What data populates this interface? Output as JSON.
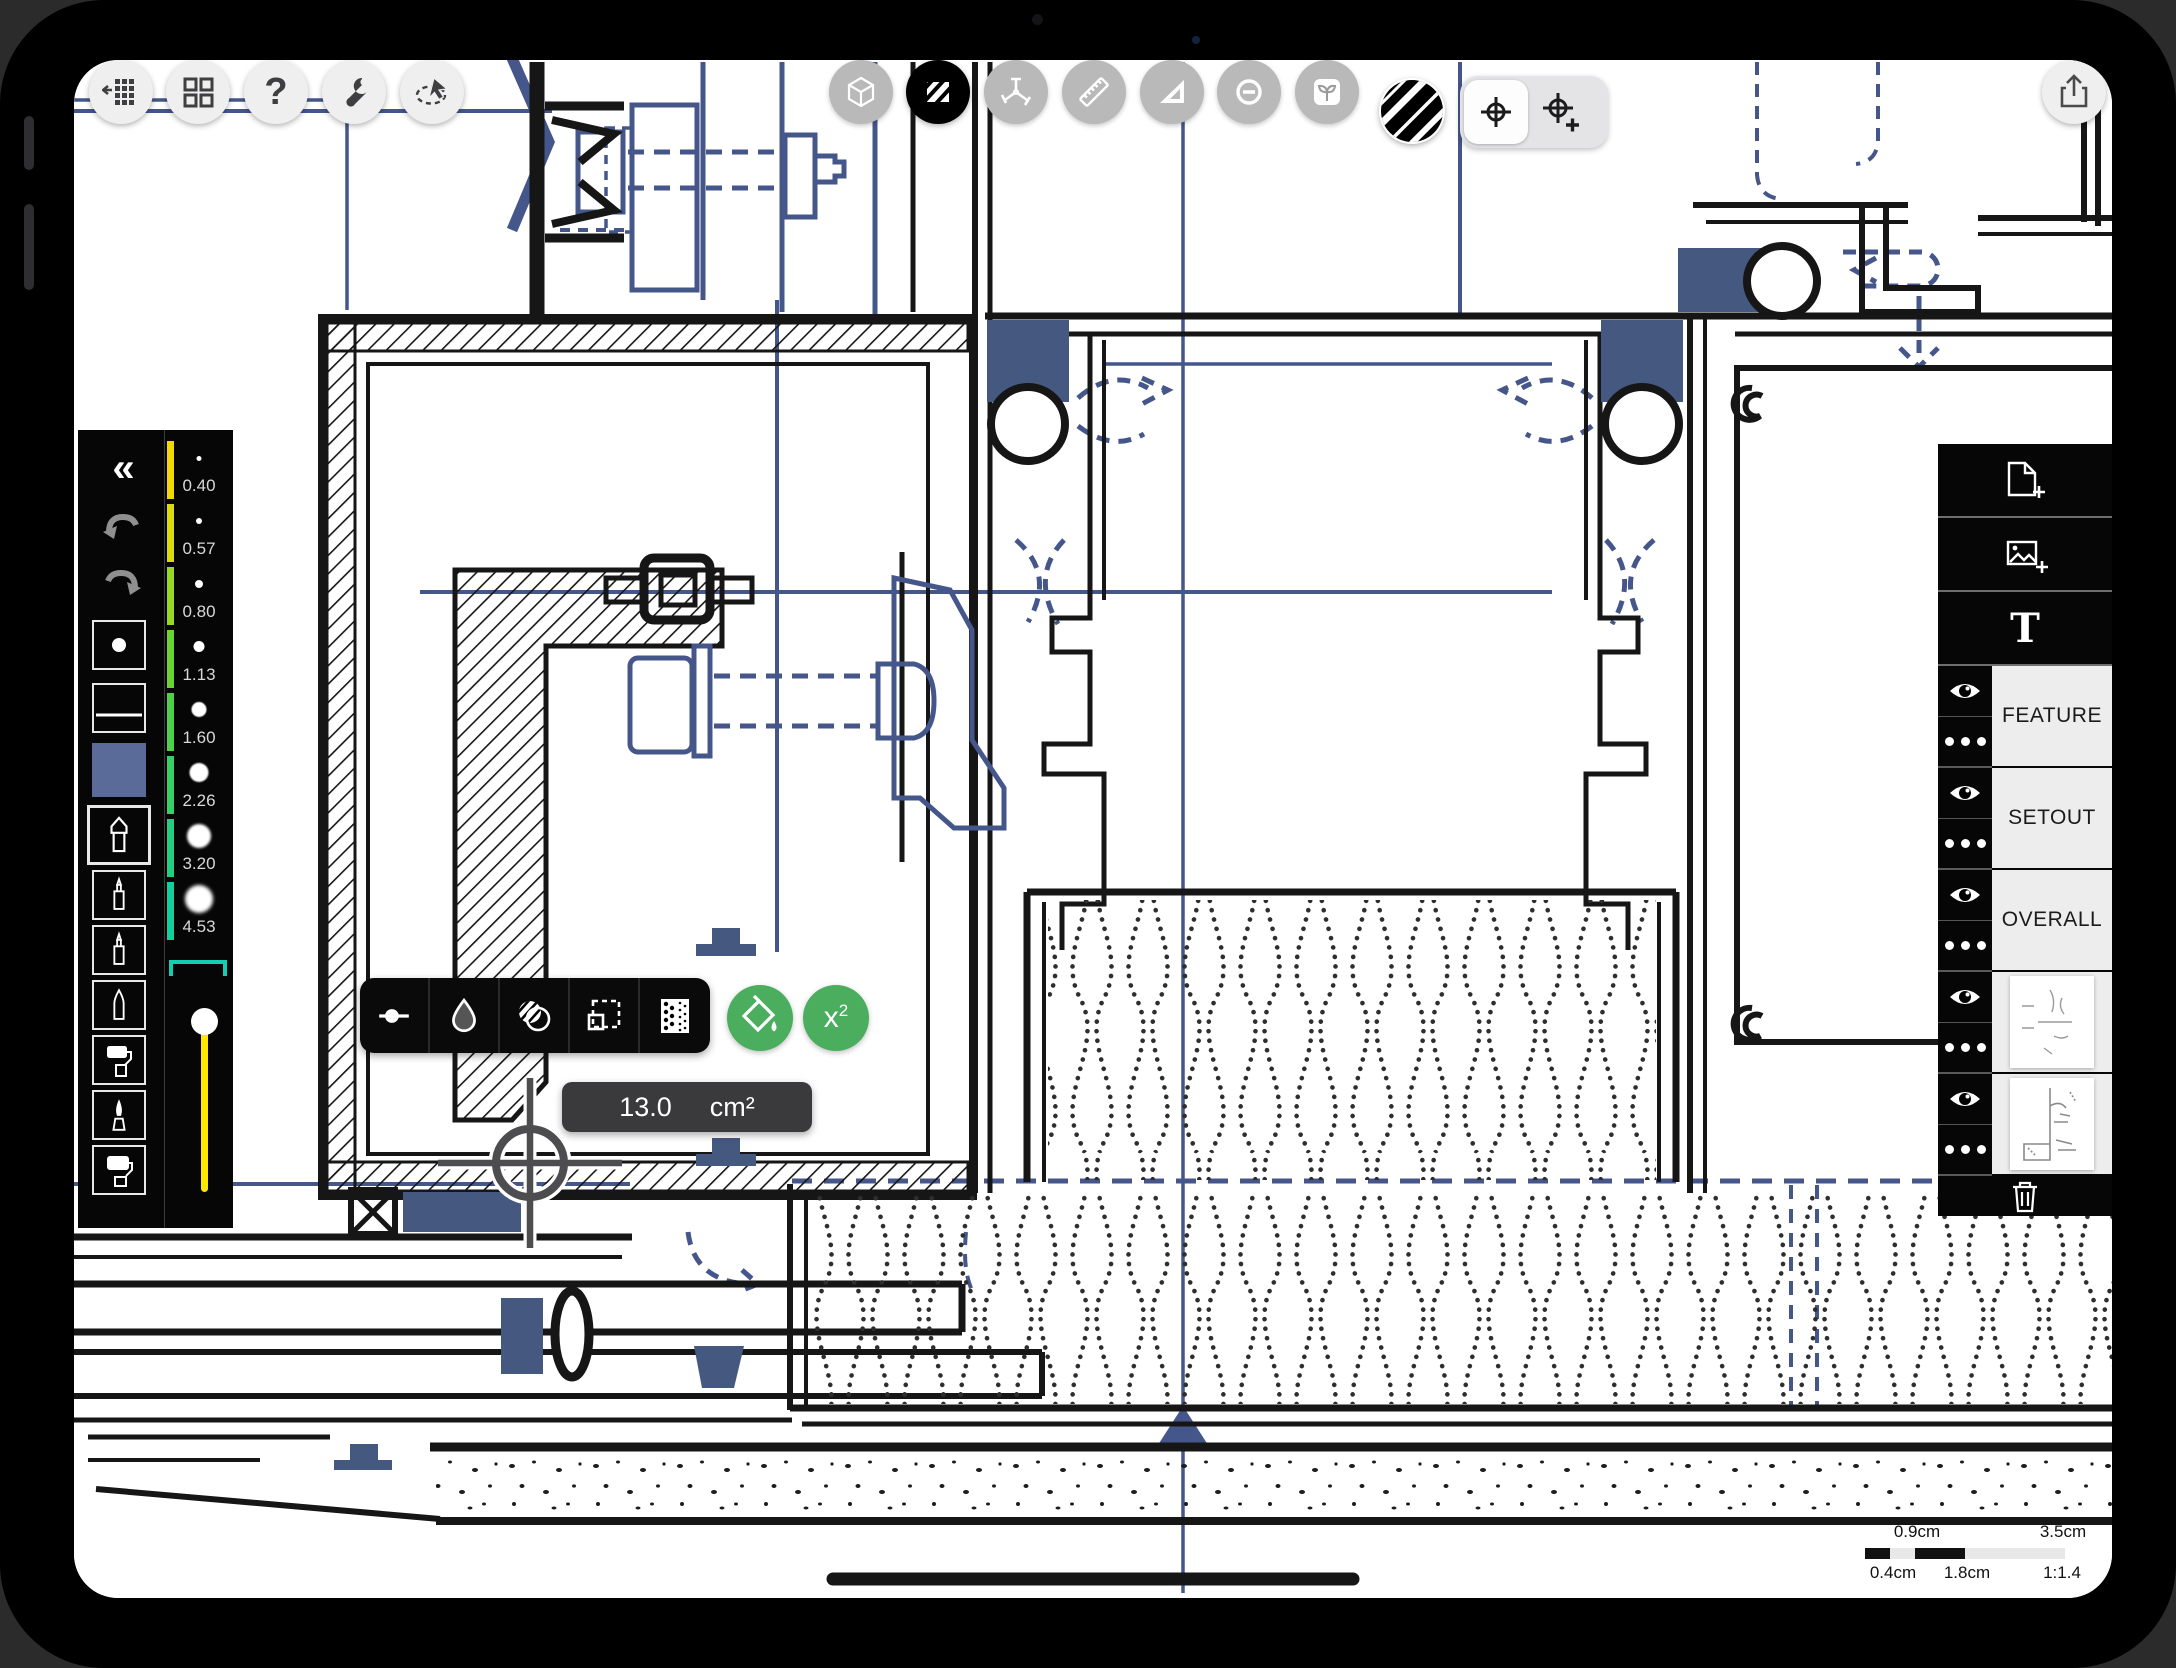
{
  "header": {
    "left_buttons": [
      {
        "icon": "gallery-grid-back-icon"
      },
      {
        "icon": "projects-grid-icon"
      },
      {
        "icon": "help-icon",
        "glyph": "?"
      },
      {
        "icon": "settings-wrench-icon"
      },
      {
        "icon": "select-lasso-icon"
      }
    ],
    "center_buttons": [
      {
        "icon": "cube-3d-icon",
        "state": "disabled"
      },
      {
        "icon": "hatch-fill-icon",
        "state": "active"
      },
      {
        "icon": "rotate-fan-icon",
        "state": "disabled"
      },
      {
        "icon": "ruler-icon",
        "state": "disabled"
      },
      {
        "icon": "set-square-icon",
        "state": "disabled"
      },
      {
        "icon": "subtract-circle-icon",
        "state": "disabled"
      },
      {
        "icon": "tree-stamp-icon",
        "state": "disabled"
      }
    ],
    "pattern_swatch": "diagonal-hatch-swatch",
    "snap_toggle": {
      "options": [
        "crosshair",
        "crosshair-add"
      ],
      "selected_index": 0
    },
    "share_icon": "share-icon"
  },
  "left_toolbar": {
    "collapse_glyph": "«",
    "stroke_sizes": [
      {
        "label": "0.40",
        "level_color": "#f2da00"
      },
      {
        "label": "0.57",
        "level_color": "#dcdc0c"
      },
      {
        "label": "0.80",
        "level_color": "#96d822"
      },
      {
        "label": "1.13",
        "level_color": "#6ad430"
      },
      {
        "label": "1.60",
        "level_color": "#4ed14a"
      },
      {
        "label": "2.26",
        "level_color": "#38cf66"
      },
      {
        "label": "3.20",
        "level_color": "#24cd84"
      },
      {
        "label": "4.53",
        "level_color": "#12cf9e"
      }
    ],
    "tools": [
      "dot-tip",
      "chisel-tip",
      "color-swatch",
      "marker-pen",
      "fineliner-pen",
      "technical-pen",
      "round-pen",
      "paint-roller",
      "ink-brush",
      "wide-roller"
    ],
    "selected_tool": "marker-pen",
    "swatch_color": "#5b6b99",
    "slider_color": "#ffe600",
    "selection_bracket_color": "#12cfb4"
  },
  "context_toolbar": {
    "buttons": [
      "stroke-node",
      "water-drop",
      "blend-circles",
      "marquee-scale",
      "halftone"
    ],
    "actions": [
      {
        "icon": "fill-bucket-icon",
        "color": "#4bae5f"
      },
      {
        "icon": "area-measure-icon",
        "label": "x",
        "sup": "2",
        "color": "#4bae5f"
      }
    ]
  },
  "measurement": {
    "value": "13.0",
    "unit": "cm²"
  },
  "layers_panel": {
    "add_buttons": [
      "add-page",
      "add-image",
      "add-text"
    ],
    "text_tool_glyph": "T",
    "layers": [
      {
        "label": "FEATURE",
        "visible": true
      },
      {
        "label": "SETOUT",
        "visible": true
      },
      {
        "label": "OVERALL",
        "visible": true
      },
      {
        "label": "",
        "thumbnail": true,
        "visible": true
      },
      {
        "label": "",
        "thumbnail": true,
        "visible": true
      }
    ],
    "delete_icon": "trash-icon"
  },
  "scale_bar": {
    "upper_left": "0.9cm",
    "upper_right": "3.5cm",
    "lower_left": "0.4cm",
    "lower_mid": "1.8cm",
    "ratio": "1:1.4"
  },
  "drawing": {
    "type": "architectural-window-section-detail",
    "line_color": "#45568a",
    "gasket_fill_color": "#455880",
    "ink_color": "#161616"
  }
}
